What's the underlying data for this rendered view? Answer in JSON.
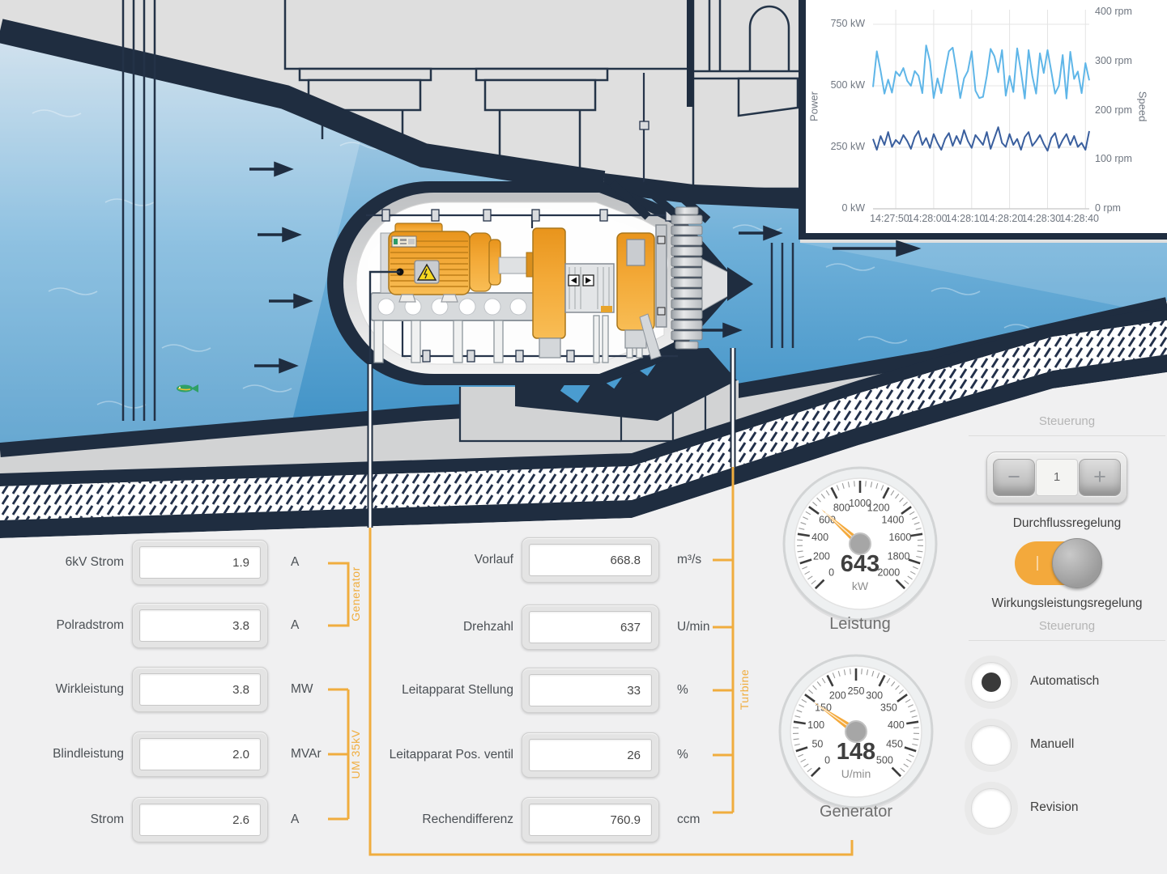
{
  "chart_data": {
    "type": "line",
    "title": "",
    "x_tick_labels": [
      "14:27:50",
      "14:28:00",
      "14:28:10",
      "14:28:20",
      "14:28:30",
      "14:28:40"
    ],
    "x_tick_indices": [
      6,
      16,
      26,
      36,
      46,
      56
    ],
    "y_left": {
      "label": "Power",
      "unit": "kW",
      "ticks": [
        0,
        250,
        500,
        750
      ],
      "range": [
        0,
        800
      ]
    },
    "y_right": {
      "label": "Speed",
      "unit": "rpm",
      "ticks": [
        0,
        100,
        200,
        300,
        400
      ],
      "range": [
        0,
        410
      ]
    },
    "legend_position": "none",
    "grid": true,
    "series": [
      {
        "name": "Power",
        "axis": "left",
        "color": "#5fb6e8",
        "values": [
          495,
          640,
          560,
          468,
          525,
          472,
          558,
          540,
          572,
          520,
          500,
          560,
          540,
          470,
          664,
          600,
          450,
          530,
          470,
          560,
          640,
          655,
          560,
          450,
          530,
          560,
          640,
          480,
          450,
          455,
          540,
          650,
          620,
          555,
          645,
          460,
          540,
          475,
          652,
          558,
          448,
          645,
          540,
          468,
          632,
          552,
          645,
          558,
          468,
          500,
          625,
          448,
          638,
          528,
          558,
          470,
          592,
          522
        ]
      },
      {
        "name": "Speed",
        "axis": "right",
        "color": "#3a5f9e",
        "values": [
          142,
          120,
          148,
          130,
          156,
          126,
          140,
          132,
          150,
          138,
          122,
          146,
          158,
          130,
          144,
          124,
          152,
          134,
          120,
          142,
          154,
          128,
          148,
          132,
          160,
          138,
          124,
          150,
          140,
          130,
          156,
          122,
          144,
          166,
          134,
          126,
          152,
          130,
          142,
          120,
          146,
          156,
          128,
          138,
          150,
          132,
          118,
          144,
          154,
          124,
          140,
          152,
          130,
          148,
          126,
          134,
          120,
          158
        ]
      }
    ]
  },
  "measurements": {
    "left": [
      {
        "label": "6kV Strom",
        "value": "1.9",
        "unit": "A"
      },
      {
        "label": "Polradstrom",
        "value": "3.8",
        "unit": "A"
      },
      {
        "label": "Wirkleistung",
        "value": "3.8",
        "unit": "MW"
      },
      {
        "label": "Blindleistung",
        "value": "2.0",
        "unit": "MVAr"
      },
      {
        "label": "Strom",
        "value": "2.6",
        "unit": "A"
      }
    ],
    "middle": [
      {
        "label": "Vorlauf",
        "value": "668.8",
        "unit": "m³/s"
      },
      {
        "label": "Drehzahl",
        "value": "637",
        "unit": "U/min"
      },
      {
        "label": "Leitapparat Stellung",
        "value": "33",
        "unit": "%"
      },
      {
        "label": "Leitapparat Pos. ventil",
        "value": "26",
        "unit": "%"
      },
      {
        "label": "Rechendifferenz",
        "value": "760.9",
        "unit": "ccm"
      }
    ],
    "group_labels": {
      "generator": "Generator",
      "um35kv": "UM 35kV",
      "turbine": "Turbine"
    }
  },
  "gauges": [
    {
      "label": "Leistung",
      "value": 643,
      "unit": "kW",
      "min": 0,
      "max": 2000,
      "major_step": 200,
      "minor_divisions": 5
    },
    {
      "label": "Generator",
      "value": 148,
      "unit": "U/min",
      "min": 0,
      "max": 500,
      "major_step": 50,
      "minor_divisions": 5
    }
  ],
  "controls": {
    "section1_title": "Steuerung",
    "stepper": {
      "value": "1",
      "minus": "−",
      "plus": "+"
    },
    "stepper_label": "Durchflussregelung",
    "toggle_label": "Wirkungsleistungsregelung",
    "toggle_on": true,
    "section2_title": "Steuerung",
    "radios": [
      {
        "label": "Automatisch",
        "selected": true
      },
      {
        "label": "Manuell",
        "selected": false
      },
      {
        "label": "Revision",
        "selected": false
      }
    ]
  },
  "colors": {
    "accent_orange": "#f0ad3e",
    "navy": "#1f2d40",
    "water": "#4698cc",
    "panel": "#f0f0f1"
  }
}
